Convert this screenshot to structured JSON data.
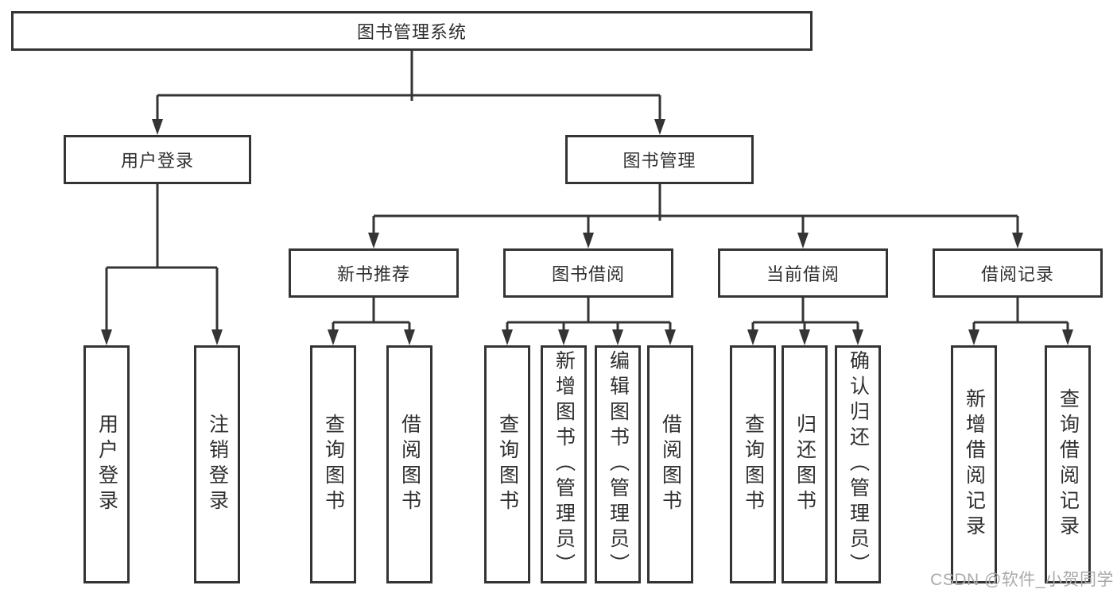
{
  "title": "图书管理系统",
  "branches": [
    {
      "label": "用户登录",
      "leaves": [
        {
          "label": "用户登录"
        },
        {
          "label": "注销登录"
        }
      ]
    },
    {
      "label": "图书管理",
      "sections": [
        {
          "label": "新书推荐",
          "leaves": [
            {
              "label": "查询图书"
            },
            {
              "label": "借阅图书"
            }
          ]
        },
        {
          "label": "图书借阅",
          "leaves": [
            {
              "label": "查询图书"
            },
            {
              "label": "新增图书（管理员）"
            },
            {
              "label": "编辑图书（管理员）"
            },
            {
              "label": "借阅图书"
            }
          ]
        },
        {
          "label": "当前借阅",
          "leaves": [
            {
              "label": "查询图书"
            },
            {
              "label": "归还图书"
            },
            {
              "label": "确认归还（管理员）"
            }
          ]
        },
        {
          "label": "借阅记录",
          "leaves": [
            {
              "label": "新增借阅记录"
            },
            {
              "label": "查询借阅记录"
            }
          ]
        }
      ]
    }
  ],
  "watermark": "CSDN @软件_小贺同学",
  "colors": {
    "line": "#343434",
    "text": "#2f2f2f",
    "watermark": "#a9a9a9",
    "background": "#ffffff"
  }
}
